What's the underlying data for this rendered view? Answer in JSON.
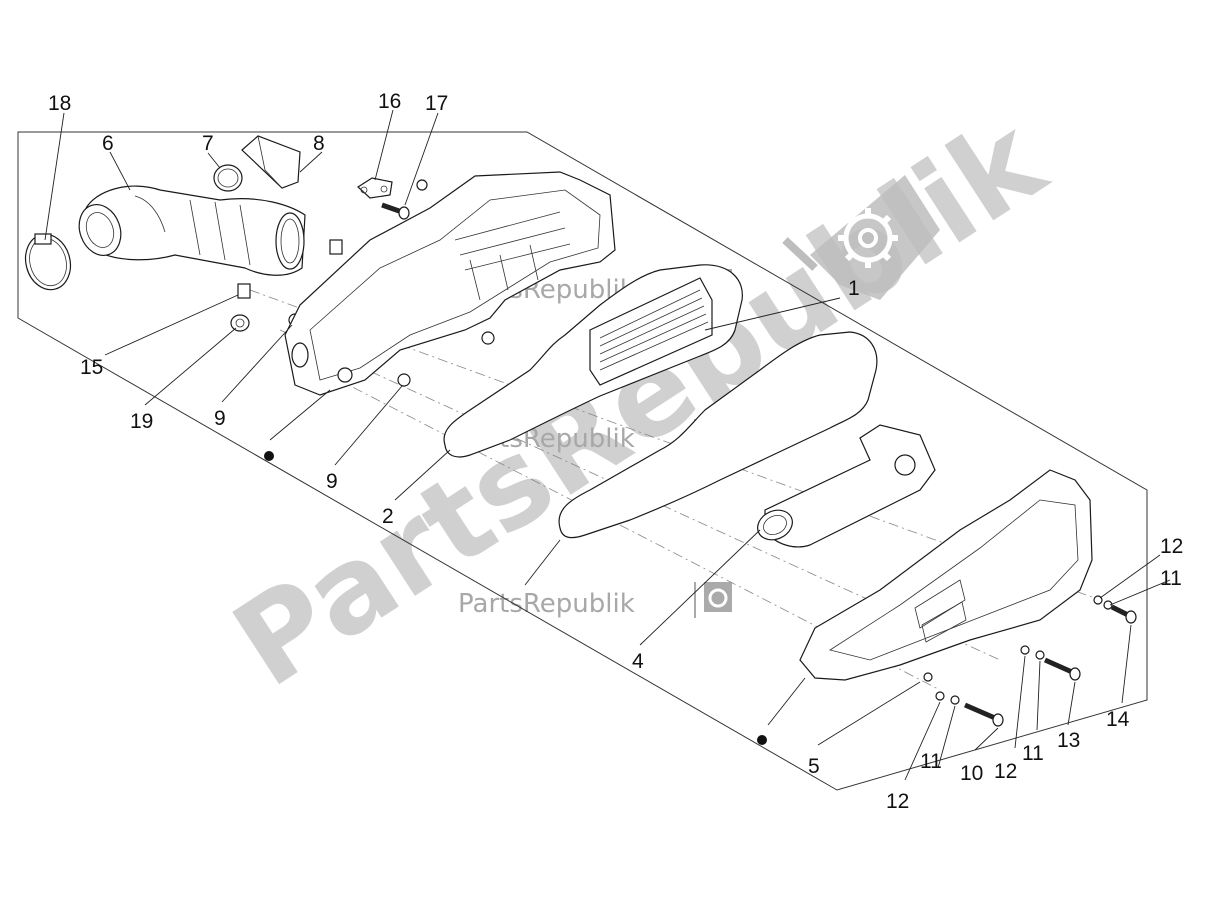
{
  "watermark": {
    "brand": "PartsRepublik",
    "big_text": "PartsRepublik"
  },
  "callouts": [
    {
      "id": "c1",
      "text": "1"
    },
    {
      "id": "c2",
      "text": "2"
    },
    {
      "id": "c4",
      "text": "4"
    },
    {
      "id": "c5",
      "text": "5"
    },
    {
      "id": "c6",
      "text": "6"
    },
    {
      "id": "c7",
      "text": "7"
    },
    {
      "id": "c8",
      "text": "8"
    },
    {
      "id": "c9a",
      "text": "9"
    },
    {
      "id": "c9b",
      "text": "9"
    },
    {
      "id": "c10",
      "text": "10"
    },
    {
      "id": "c11a",
      "text": "11"
    },
    {
      "id": "c11b",
      "text": "11"
    },
    {
      "id": "c11c",
      "text": "11"
    },
    {
      "id": "c12a",
      "text": "12"
    },
    {
      "id": "c12b",
      "text": "12"
    },
    {
      "id": "c12c",
      "text": "12"
    },
    {
      "id": "c13",
      "text": "13"
    },
    {
      "id": "c14",
      "text": "14"
    },
    {
      "id": "c15",
      "text": "15"
    },
    {
      "id": "c16",
      "text": "16"
    },
    {
      "id": "c17",
      "text": "17"
    },
    {
      "id": "c18",
      "text": "18"
    },
    {
      "id": "c19",
      "text": "19"
    }
  ],
  "icons": {
    "gear": "gear-icon"
  },
  "colors": {
    "line": "#1a1a1a",
    "watermark": "#c8c8c8",
    "background": "#ffffff"
  }
}
